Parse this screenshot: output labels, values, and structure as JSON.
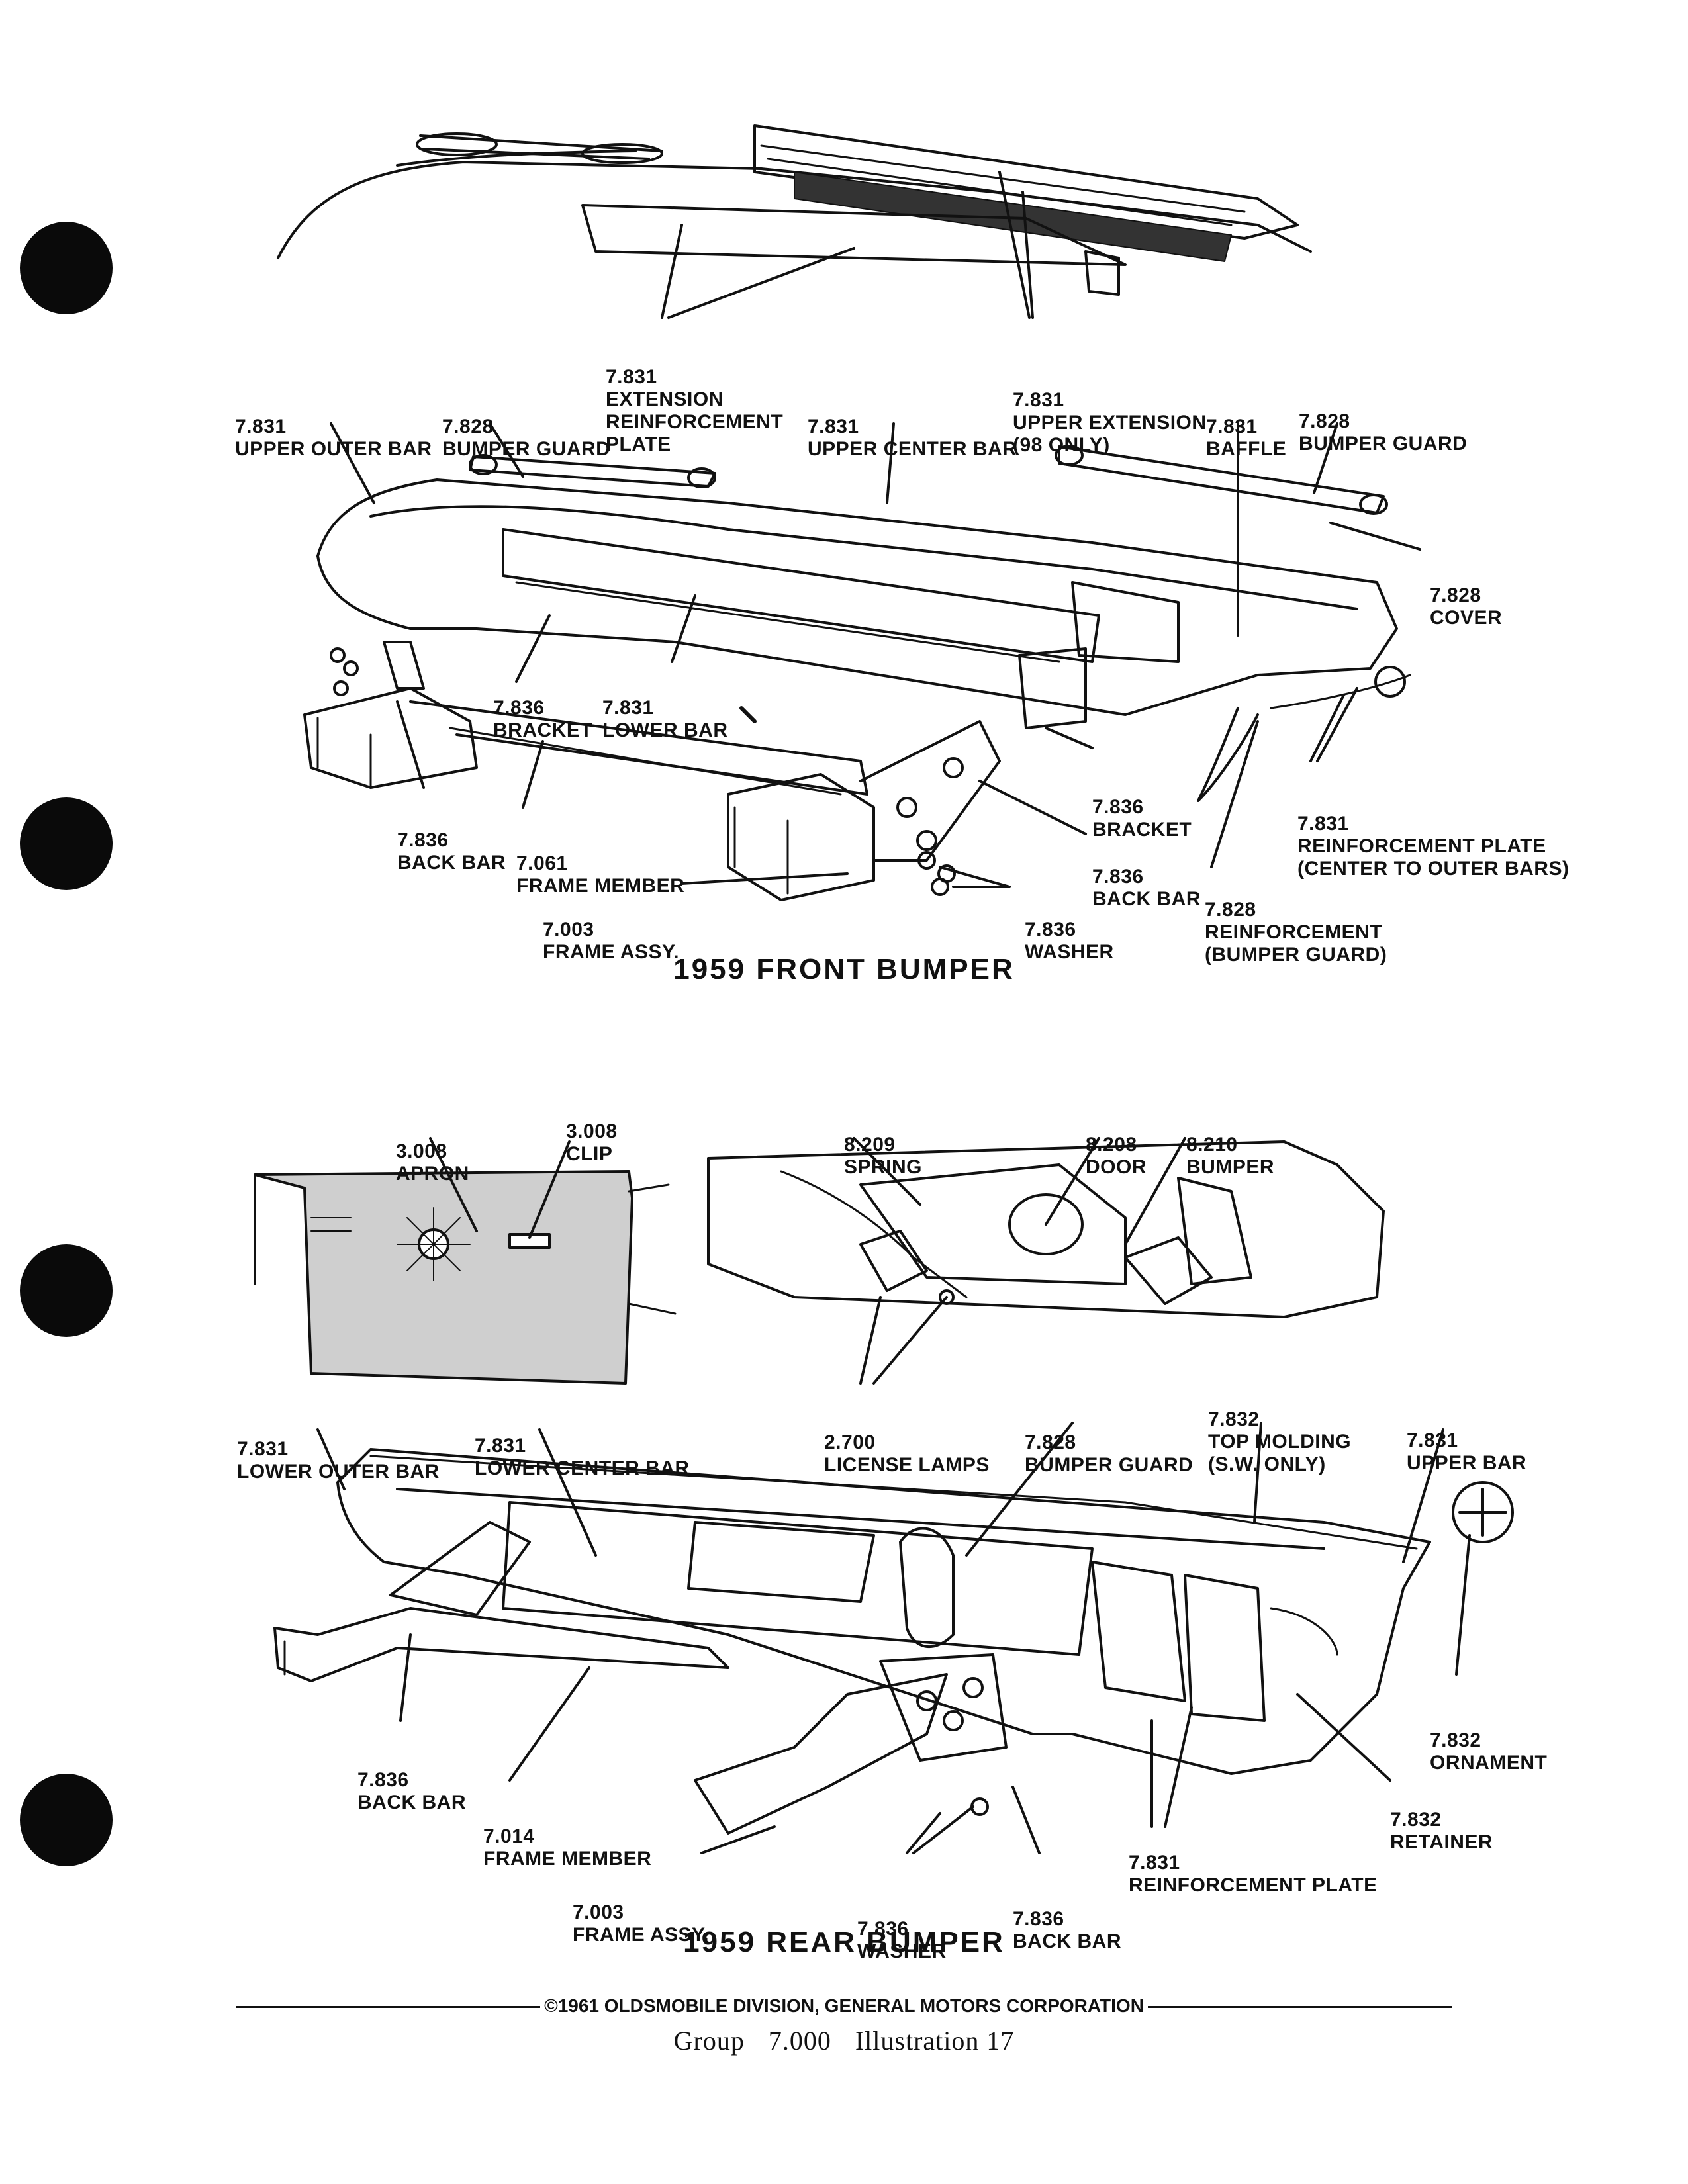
{
  "front": {
    "title": "1959 FRONT BUMPER",
    "labels": {
      "ext_plate": [
        "7.831",
        "EXTENSION",
        "REINFORCEMENT",
        "PLATE"
      ],
      "upper_ext": [
        "7.831",
        "UPPER EXTENSION",
        "(98 ONLY)"
      ],
      "upper_outer": [
        "7.831",
        "UPPER OUTER BAR"
      ],
      "guard_left": [
        "7.828",
        "BUMPER GUARD"
      ],
      "upper_center": [
        "7.831",
        "UPPER CENTER BAR"
      ],
      "baffle": [
        "7.831",
        "BAFFLE"
      ],
      "guard_right": [
        "7.828",
        "BUMPER GUARD"
      ],
      "cover": [
        "7.828",
        "COVER"
      ],
      "bracket_left": [
        "7.836",
        "BRACKET"
      ],
      "lower_bar": [
        "7.831",
        "LOWER BAR"
      ],
      "bracket_right": [
        "7.836",
        "BRACKET"
      ],
      "back_bar_left": [
        "7.836",
        "BACK BAR"
      ],
      "frame_member": [
        "7.061",
        "FRAME MEMBER"
      ],
      "reinf_plate": [
        "7.831",
        "REINFORCEMENT PLATE",
        "(CENTER TO OUTER BARS)"
      ],
      "back_bar_right": [
        "7.836",
        "BACK BAR"
      ],
      "frame_assy": [
        "7.003",
        "FRAME ASSY."
      ],
      "washer": [
        "7.836",
        "WASHER"
      ],
      "reinforcement": [
        "7.828",
        "REINFORCEMENT",
        "(BUMPER GUARD)"
      ]
    }
  },
  "rear": {
    "title": "1959 REAR BUMPER",
    "labels": {
      "apron": [
        "3.008",
        "APRON"
      ],
      "clip": [
        "3.008",
        "CLIP"
      ],
      "spring": [
        "8.209",
        "SPRING"
      ],
      "door": [
        "8.208",
        "DOOR"
      ],
      "bumper": [
        "8.210",
        "BUMPER"
      ],
      "lower_outer": [
        "7.831",
        "LOWER OUTER BAR"
      ],
      "lower_center": [
        "7.831",
        "LOWER CENTER BAR"
      ],
      "license_lamps": [
        "2.700",
        "LICENSE LAMPS"
      ],
      "guard": [
        "7.828",
        "BUMPER GUARD"
      ],
      "top_molding": [
        "7.832",
        "TOP MOLDING",
        "(S.W. ONLY)"
      ],
      "upper_bar": [
        "7.831",
        "UPPER BAR"
      ],
      "ornament": [
        "7.832",
        "ORNAMENT"
      ],
      "back_bar_left": [
        "7.836",
        "BACK BAR"
      ],
      "frame_member": [
        "7.014",
        "FRAME MEMBER"
      ],
      "retainer": [
        "7.832",
        "RETAINER"
      ],
      "reinf_plate": [
        "7.831",
        "REINFORCEMENT PLATE"
      ],
      "frame_assy": [
        "7.003",
        "FRAME ASSY."
      ],
      "washer": [
        "7.836",
        "WASHER"
      ],
      "back_bar_right": [
        "7.836",
        "BACK BAR"
      ]
    }
  },
  "footer": {
    "copyright": "©1961 OLDSMOBILE DIVISION, GENERAL MOTORS CORPORATION",
    "group_label": "Group",
    "group_number": "7.000",
    "illustration": "Illustration 17"
  }
}
